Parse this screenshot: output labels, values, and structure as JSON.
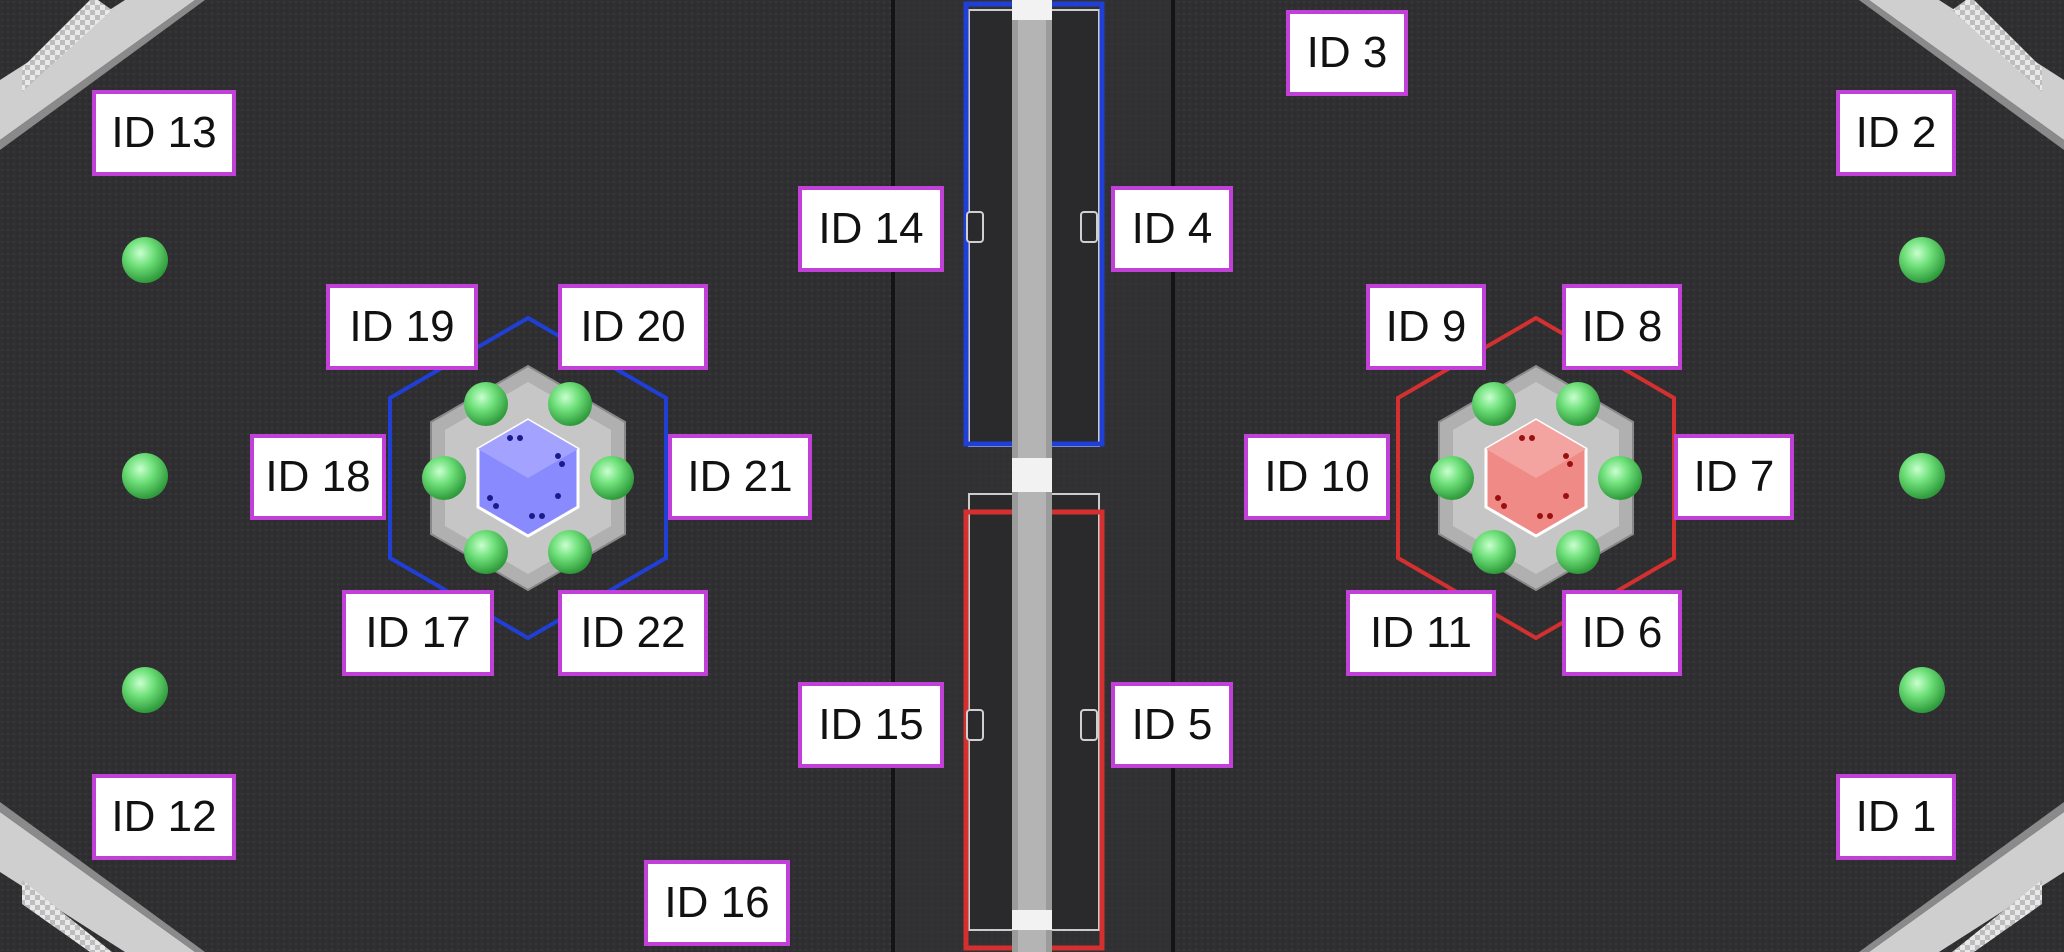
{
  "colors": {
    "carpet": "#2f2f31",
    "label_border": "#c040d8",
    "label_fill": "#ffffff",
    "blue_alliance": "#1f3fd6",
    "red_alliance": "#d43030",
    "ball": "#6fe07a",
    "structure_gray": "#a8a8a8"
  },
  "labels": {
    "id1": "ID 1",
    "id2": "ID 2",
    "id3": "ID 3",
    "id4": "ID 4",
    "id5": "ID 5",
    "id6": "ID 6",
    "id7": "ID 7",
    "id8": "ID 8",
    "id9": "ID 9",
    "id10": "ID 10",
    "id11": "ID 11",
    "id12": "ID 12",
    "id13": "ID 13",
    "id14": "ID 14",
    "id15": "ID 15",
    "id16": "ID 16",
    "id17": "ID 17",
    "id18": "ID 18",
    "id19": "ID 19",
    "id20": "ID 20",
    "id21": "ID 21",
    "id22": "ID 22"
  }
}
